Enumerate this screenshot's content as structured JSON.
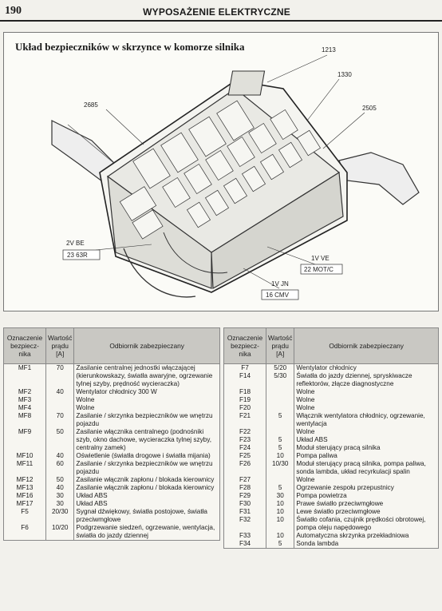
{
  "header": {
    "page_number": "190",
    "section_title": "WYPOSAŻENIE ELEKTRYCZNE"
  },
  "diagram": {
    "title": "Układ bezpieczników w skrzynce w komorze silnika",
    "callouts": {
      "c1213": "1213",
      "c1330": "1330",
      "c2685": "2685",
      "c2505": "2505",
      "c2vbe": "2V BE",
      "c2vbe_box": "23 63R",
      "c1vve": "1V VE",
      "c1vve_box": "22 MOT/C",
      "c1vjn": "1V JN",
      "c1vjn_box": "16 CMV"
    }
  },
  "table_headers": {
    "id": "Oznaczenie bezpiecz-nika",
    "amp": "Wartość prądu [A]",
    "desc": "Odbiornik zabezpieczany"
  },
  "left_table": [
    {
      "id": "MF1",
      "amp": "70",
      "desc": "Zasilanie centralnej jednostki włączającej (kierunkowskazy, światła awaryjne, ogrzewanie tylnej szyby, prędność wycieraczka)"
    },
    {
      "id": "MF2",
      "amp": "40",
      "desc": "Wentylator chłodnicy 300 W"
    },
    {
      "id": "MF3",
      "amp": "",
      "desc": "Wolne"
    },
    {
      "id": "MF4",
      "amp": "",
      "desc": "Wolne"
    },
    {
      "id": "MF8",
      "amp": "70",
      "desc": "Zasilanie / skrzynka bezpieczników we wnętrzu pojazdu"
    },
    {
      "id": "MF9",
      "amp": "50",
      "desc": "Zasilanie włącznika centralnego (podnośniki szyb, okno dachowe, wycieraczka tylnej szyby, centralny zamek)"
    },
    {
      "id": "MF10",
      "amp": "40",
      "desc": "Oświetlenie (światła drogowe i światła mijania)"
    },
    {
      "id": "MF11",
      "amp": "60",
      "desc": "Zasilanie / skrzynka bezpieczników we wnętrzu pojazdu"
    },
    {
      "id": "MF12",
      "amp": "50",
      "desc": "Zasilanie włącznik zapłonu / blokada kierownicy"
    },
    {
      "id": "MF13",
      "amp": "40",
      "desc": "Zasilanie włącznik zapłonu / blokada kierownicy"
    },
    {
      "id": "MF16",
      "amp": "30",
      "desc": "Układ ABS"
    },
    {
      "id": "MF17",
      "amp": "30",
      "desc": "Układ ABS"
    },
    {
      "id": "F5",
      "amp": "20/30",
      "desc": "Sygnał dźwiękowy, światła postojowe, światła przeciwmgłowe"
    },
    {
      "id": "F6",
      "amp": "10/20",
      "desc": "Podgrzewanie siedzeń, ogrzewanie, wentylacja, światła do jazdy dziennej"
    }
  ],
  "right_table": [
    {
      "id": "F7",
      "amp": "5/20",
      "desc": "Wentylator chłodnicy"
    },
    {
      "id": "F14",
      "amp": "5/30",
      "desc": "Światła do jazdy dziennej, spryskiwacze reflektorów, złącze diagnostyczne"
    },
    {
      "id": "F18",
      "amp": "",
      "desc": "Wolne"
    },
    {
      "id": "F19",
      "amp": "",
      "desc": "Wolne"
    },
    {
      "id": "F20",
      "amp": "",
      "desc": "Wolne"
    },
    {
      "id": "F21",
      "amp": "5",
      "desc": "Włącznik wentylatora chłodnicy, ogrzewanie, wentylacja"
    },
    {
      "id": "F22",
      "amp": "",
      "desc": "Wolne"
    },
    {
      "id": "F23",
      "amp": "5",
      "desc": "Układ ABS"
    },
    {
      "id": "F24",
      "amp": "5",
      "desc": "Moduł sterujący pracą silnika"
    },
    {
      "id": "F25",
      "amp": "10",
      "desc": "Pompa paliwa"
    },
    {
      "id": "F26",
      "amp": "10/30",
      "desc": "Moduł sterujący pracą silnika, pompa paliwa, sonda lambda, układ recyrkulacji spalin"
    },
    {
      "id": "F27",
      "amp": "",
      "desc": "Wolne"
    },
    {
      "id": "F28",
      "amp": "5",
      "desc": "Ogrzewanie zespołu przepustnicy"
    },
    {
      "id": "F29",
      "amp": "30",
      "desc": "Pompa powietrza"
    },
    {
      "id": "F30",
      "amp": "10",
      "desc": "Prawe światło przeciwmgłowe"
    },
    {
      "id": "F31",
      "amp": "10",
      "desc": "Lewe światło przeciwmgłowe"
    },
    {
      "id": "F32",
      "amp": "10",
      "desc": "Światło cofania, czujnik prędkości obrotowej, pompa oleju napędowego"
    },
    {
      "id": "F33",
      "amp": "10",
      "desc": "Automatyczna skrzynka przekładniowa"
    },
    {
      "id": "F34",
      "amp": "5",
      "desc": "Sonda lambda"
    }
  ]
}
